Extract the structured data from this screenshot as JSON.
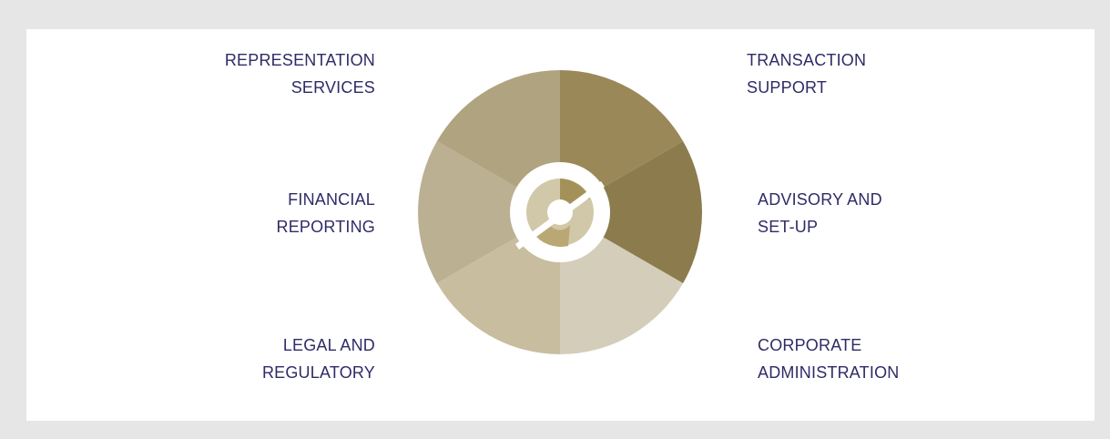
{
  "segments": [
    {
      "key": "transaction-support",
      "lines": [
        "TRANSACTION",
        "SUPPORT"
      ],
      "color": "#9a8858"
    },
    {
      "key": "advisory-setup",
      "lines": [
        "ADVISORY AND",
        "SET-UP"
      ],
      "color": "#8c7c4d"
    },
    {
      "key": "corporate-administration",
      "lines": [
        "CORPORATE",
        "ADMINISTRATION"
      ],
      "color": "#d3cdb9"
    },
    {
      "key": "legal-regulatory",
      "lines": [
        "LEGAL AND",
        "REGULATORY"
      ],
      "color": "#c8bd9f"
    },
    {
      "key": "financial-reporting",
      "lines": [
        "FINANCIAL",
        "REPORTING"
      ],
      "color": "#bbb092"
    },
    {
      "key": "representation-services",
      "lines": [
        "REPRESENTATION",
        "SERVICES"
      ],
      "color": "#b0a37f"
    }
  ],
  "colors": {
    "background": "#e6e6e6",
    "panel": "#ffffff",
    "text": "#2f2b67",
    "logo_light": "#d0c8a8",
    "logo_dark": "#a4915a"
  },
  "center_logo": {
    "icon": "company-logo-icon"
  }
}
